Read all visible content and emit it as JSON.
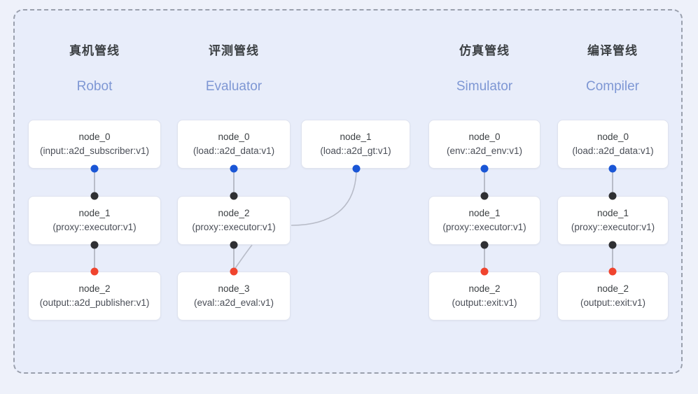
{
  "diagram": {
    "frame_style": "dashed",
    "background_color": "#e8edfa",
    "page_background_color": "#eef1fa",
    "border_color": "#9aa0ad"
  },
  "palette": {
    "port_input_color": "#1a56d6",
    "port_middle_color": "#2f3033",
    "port_output_color": "#f0442e",
    "edge_color": "#b8bcc8",
    "card_border_color": "#dfe3ef",
    "title_color": "#3c4043",
    "subtitle_color": "#7e97d4"
  },
  "columns": [
    {
      "id": "robot",
      "title_cn": "真机管线",
      "title_en": "Robot",
      "nodes": [
        {
          "name": "node_0",
          "type": "(input::a2d_subscriber:v1)"
        },
        {
          "name": "node_1",
          "type": "(proxy::executor:v1)"
        },
        {
          "name": "node_2",
          "type": "(output::a2d_publisher:v1)"
        }
      ]
    },
    {
      "id": "evaluator",
      "title_cn": "评测管线",
      "title_en": "Evaluator",
      "nodes": [
        {
          "name": "node_0",
          "type": "(load::a2d_data:v1)"
        },
        {
          "name": "node_1",
          "type": "(load::a2d_gt:v1)"
        },
        {
          "name": "node_2",
          "type": "(proxy::executor:v1)"
        },
        {
          "name": "node_3",
          "type": "(eval::a2d_eval:v1)"
        }
      ]
    },
    {
      "id": "simulator",
      "title_cn": "仿真管线",
      "title_en": "Simulator",
      "nodes": [
        {
          "name": "node_0",
          "type": "(env::a2d_env:v1)"
        },
        {
          "name": "node_1",
          "type": "(proxy::executor:v1)"
        },
        {
          "name": "node_2",
          "type": "(output::exit:v1)"
        }
      ]
    },
    {
      "id": "compiler",
      "title_cn": "编译管线",
      "title_en": "Compiler",
      "nodes": [
        {
          "name": "node_0",
          "type": "(load::a2d_data:v1)"
        },
        {
          "name": "node_1",
          "type": "(proxy::executor:v1)"
        },
        {
          "name": "node_2",
          "type": "(output::exit:v1)"
        }
      ]
    }
  ]
}
